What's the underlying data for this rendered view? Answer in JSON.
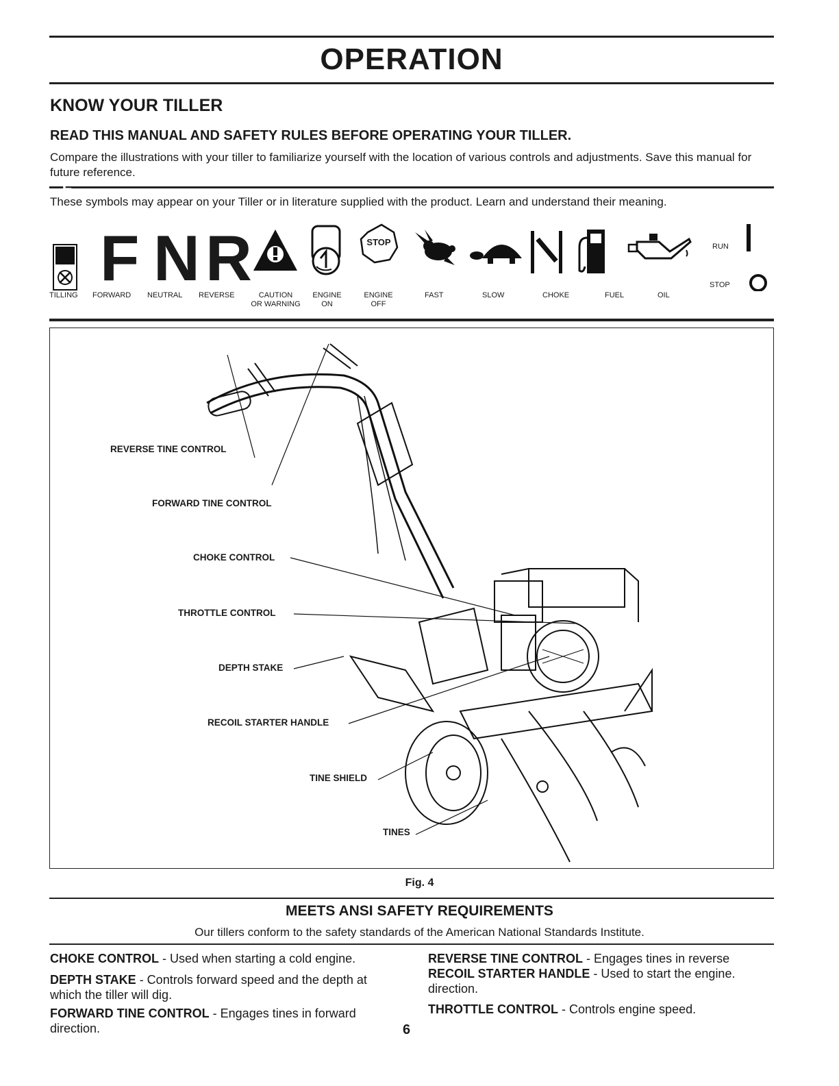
{
  "header": {
    "title": "OPERATION"
  },
  "section": {
    "heading": "KNOW YOUR TILLER",
    "subheading": "READ THIS MANUAL AND SAFETY RULES BEFORE OPERATING YOUR TILLER.",
    "intro": "Compare the illustrations with your tiller to familiarize yourself with the location of various controls and adjustments. Save this manual for future reference."
  },
  "symbols": {
    "intro": "These symbols may appear on your Tiller or in literature supplied with the product. Learn and understand their meaning.",
    "letters": {
      "forward": "F",
      "neutral": "N",
      "reverse": "R",
      "stop_sign": "STOP"
    },
    "labels": {
      "tilling": "TILLING",
      "forward": "FORWARD",
      "neutral": "NEUTRAL",
      "reverse": "REVERSE",
      "caution_1": "CAUTION",
      "caution_2": "OR WARNING",
      "engine_on_1": "ENGINE",
      "engine_on_2": "ON",
      "engine_off_1": "ENGINE",
      "engine_off_2": "OFF",
      "fast": "FAST",
      "slow": "SLOW",
      "choke": "CHOKE",
      "fuel": "FUEL",
      "oil": "OIL",
      "run": "RUN",
      "stop": "STOP"
    }
  },
  "figure": {
    "callouts": {
      "reverse_tine_control": "REVERSE TINE CONTROL",
      "forward_tine_control": "FORWARD TINE CONTROL",
      "choke_control": "CHOKE CONTROL",
      "throttle_control": "THROTTLE CONTROL",
      "depth_stake": "DEPTH STAKE",
      "recoil_starter_handle": "RECOIL STARTER HANDLE",
      "tine_shield": "TINE SHIELD",
      "tines": "TINES"
    },
    "caption": "Fig. 4"
  },
  "ansi": {
    "heading": "MEETS ANSI SAFETY REQUIREMENTS",
    "text": "Our tillers conform to the safety standards of the American National Standards Institute."
  },
  "definitions": {
    "choke_term": "CHOKE CONTROL",
    "choke_text": " - Used when starting a cold engine.",
    "depth_term": "DEPTH STAKE",
    "depth_text": " - Controls forward speed and the depth at which the tiller will dig.",
    "forward_term": "FORWARD TINE CONTROL",
    "forward_text": " - Engages tines in forward direction.",
    "reverse_term": "REVERSE TINE CONTROL",
    "reverse_text": " - Engages tines in reverse",
    "recoil_term": "RECOIL STARTER HANDLE",
    "recoil_text": " - Used to start the engine.",
    "reverse_cont": "direction.",
    "throttle_term": "THROTTLE CONTROL",
    "throttle_text": " - Controls engine speed."
  },
  "footer": {
    "page_number": "6"
  }
}
